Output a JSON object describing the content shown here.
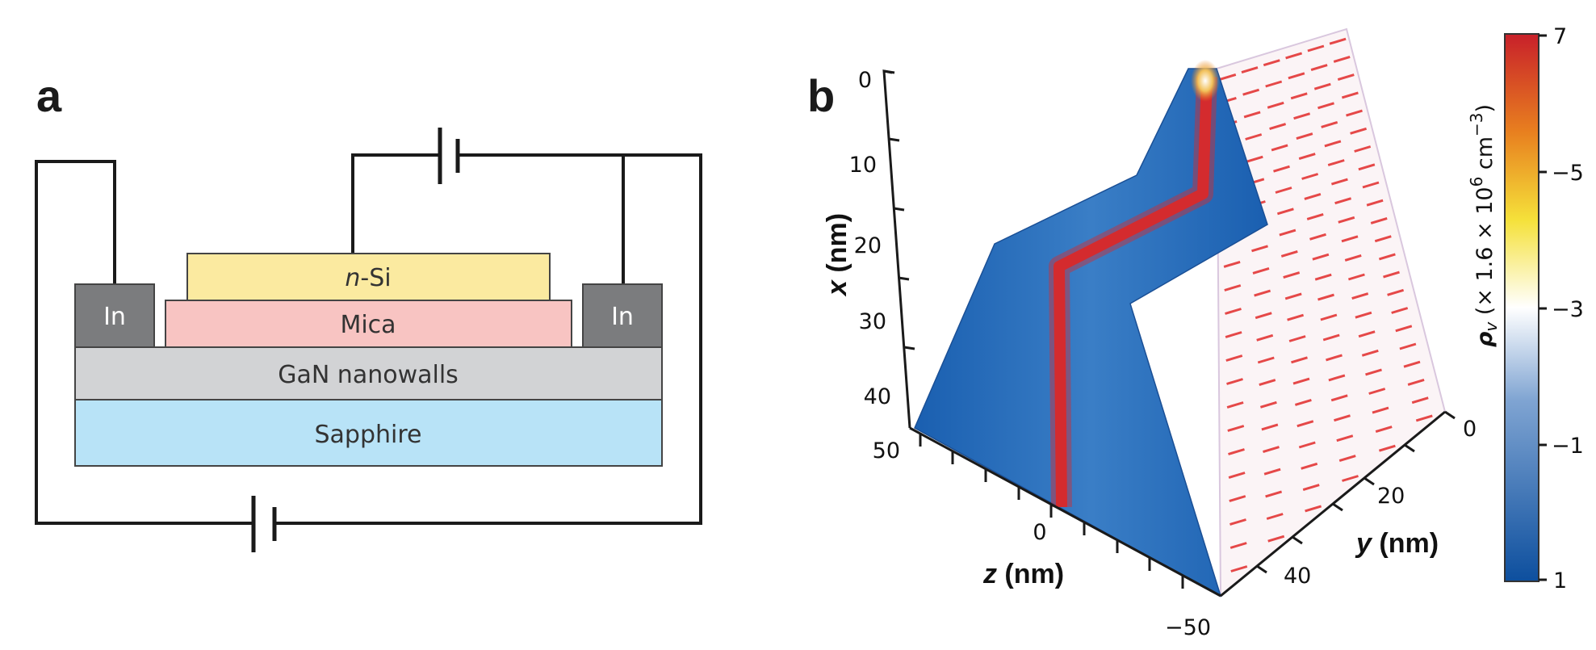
{
  "panel_a": {
    "label": "a",
    "layers": {
      "nsi_italic": "n",
      "nsi_rest": "-Si",
      "mica": "Mica",
      "gan": "GaN nanowalls",
      "sapphire": "Sapphire",
      "indium": "In"
    },
    "colors": {
      "nsi": "#fbeaa0",
      "mica": "#f8c4c2",
      "gan": "#d2d3d5",
      "sapphire": "#b8e3f7",
      "indium": "#7b7c7e"
    }
  },
  "panel_b": {
    "label": "b",
    "x_axis": {
      "label_var": "x",
      "label_unit": " (nm)",
      "ticks": [
        "0",
        "10",
        "20",
        "30",
        "40"
      ]
    },
    "z_axis": {
      "label_var": "z",
      "label_unit": " (nm)",
      "ticks": [
        "50",
        "0",
        "−50"
      ]
    },
    "y_axis": {
      "label_var": "y",
      "label_unit": " (nm)",
      "ticks": [
        "0",
        "20",
        "40"
      ]
    },
    "colorbar": {
      "ticks": [
        "7",
        "−5",
        "−3",
        "−1",
        "1"
      ],
      "label_symbol": "ρ",
      "label_sub": "v",
      "label_rest": " (× 1.6 × 10",
      "label_exp": "6",
      "label_unit": " cm",
      "label_unit_exp": "−3",
      "label_close": ")",
      "colors": [
        "#0d4f9e",
        "#7fa4d2",
        "#ffffff",
        "#f5e13a",
        "#e8801f",
        "#c8202a"
      ]
    },
    "colors": {
      "wall": "#1a5fb0",
      "channel": "#d42b2e",
      "field_dash": "#e54848"
    }
  }
}
